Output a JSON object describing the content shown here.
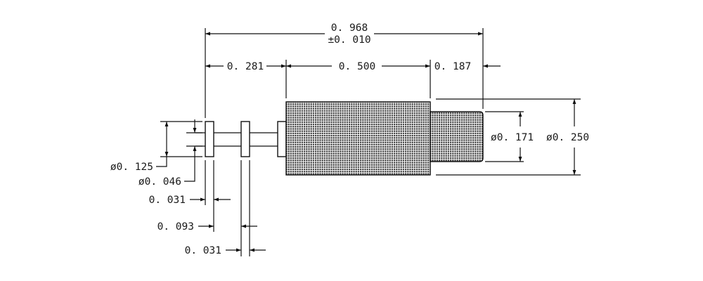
{
  "dimensions": {
    "overall_length": "0. 968",
    "overall_tolerance": "±0. 010",
    "pin_section_length": "0. 281",
    "knurl_length": "0. 500",
    "tip_length": "0. 187",
    "flange_diameter": "ø0. 125",
    "pin_diameter": "ø0. 046",
    "tip_diameter": "ø0. 171",
    "body_diameter": "ø0. 250",
    "first_flange_thickness": "0. 031",
    "flange_spacing": "0. 093",
    "second_flange_thickness": "0. 031"
  },
  "colors": {
    "line": "#111111",
    "knurl_fill": "#3c3c3c"
  }
}
